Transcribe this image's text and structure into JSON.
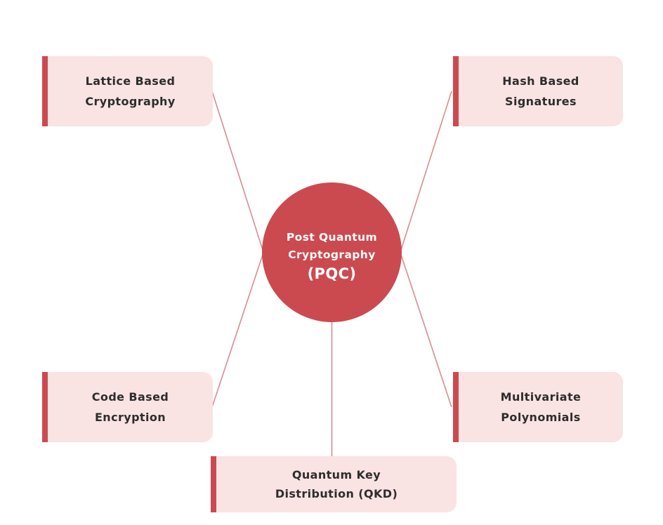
{
  "diagram": {
    "center": {
      "line1": "Post Quantum",
      "line2": "Cryptography",
      "line3": "(PQC)"
    },
    "nodes": [
      {
        "id": "lattice-based-cryptography",
        "line1": "Lattice Based",
        "line2": "Cryptography"
      },
      {
        "id": "hash-based-signatures",
        "line1": "Hash Based",
        "line2": "Signatures"
      },
      {
        "id": "code-based-encryption",
        "line1": "Code Based",
        "line2": "Encryption"
      },
      {
        "id": "multivariate-polynomials",
        "line1": "Multivariate",
        "line2": "Polynomials"
      },
      {
        "id": "quantum-key-distribution",
        "line1": "Quantum Key",
        "line2": "Distribution (QKD)"
      }
    ],
    "colors": {
      "background": "#ffffff",
      "node_fill": "#fae3e3",
      "node_accent": "#cb4a50",
      "center_fill": "#cb4a50",
      "center_text": "#ffffff",
      "node_text": "#2d2d2d",
      "connector": "#d98c90"
    }
  }
}
